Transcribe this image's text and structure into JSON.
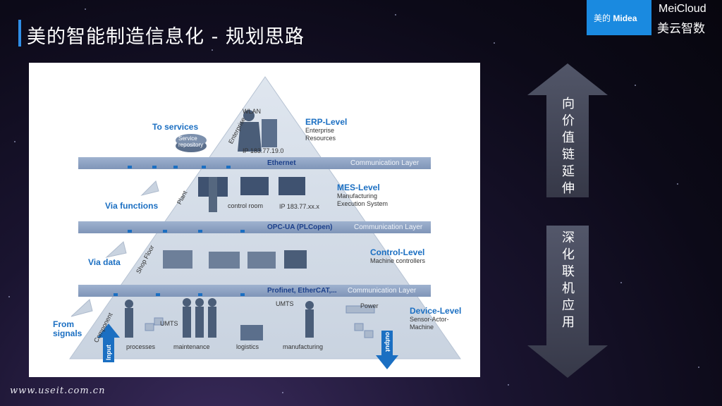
{
  "slide": {
    "title": "美的智能制造信息化 - 规划思路",
    "footer_url": "www.useit.com.cn"
  },
  "logo": {
    "brand_cn": "美的",
    "brand_en": "Midea",
    "name_en": "MeiCloud",
    "name_cn": "美云智数"
  },
  "diagram": {
    "levels": [
      {
        "title": "ERP-Level",
        "desc1": "Enterprise",
        "desc2": "Resources"
      },
      {
        "title": "MES-Level",
        "desc1": "Manufacturing",
        "desc2": "Execution System"
      },
      {
        "title": "Control-Level",
        "desc1": "Machine controllers",
        "desc2": ""
      },
      {
        "title": "Device-Level",
        "desc1": "Sensor-Actor-",
        "desc2": "Machine"
      }
    ],
    "bands": [
      {
        "protocol": "Ethernet",
        "layer": "Communication Layer"
      },
      {
        "protocol": "OPC-UA (PLCopen)",
        "layer": "Communication Layer"
      },
      {
        "protocol": "Profinet, EtherCAT,...",
        "layer": "Communication Layer"
      }
    ],
    "left_labels": {
      "to_services": "To services",
      "via_functions": "Via functions",
      "via_data": "Via data",
      "from_signals_1": "From",
      "from_signals_2": "signals"
    },
    "side_labels": {
      "enterprise": "Enterprise",
      "plant": "Plant",
      "shop_floor": "Shop Floor",
      "component": "Component"
    },
    "misc": {
      "wlan": "WLAN",
      "ip_erp": "IP 183.77.19.0",
      "service_repo_1": "Service",
      "service_repo_2": "repository",
      "control_room": "control room",
      "ip_mes": "IP 183.77.xx.x",
      "umts_1": "UMTS",
      "umts_2": "UMTS",
      "power": "Power",
      "input": "Input",
      "output": "output"
    },
    "bottom_labels": [
      "processes",
      "maintenance",
      "logistics",
      "manufacturing"
    ]
  },
  "side_panel": {
    "up_text": "向价值链延伸",
    "down_text": "深化联机应用"
  }
}
